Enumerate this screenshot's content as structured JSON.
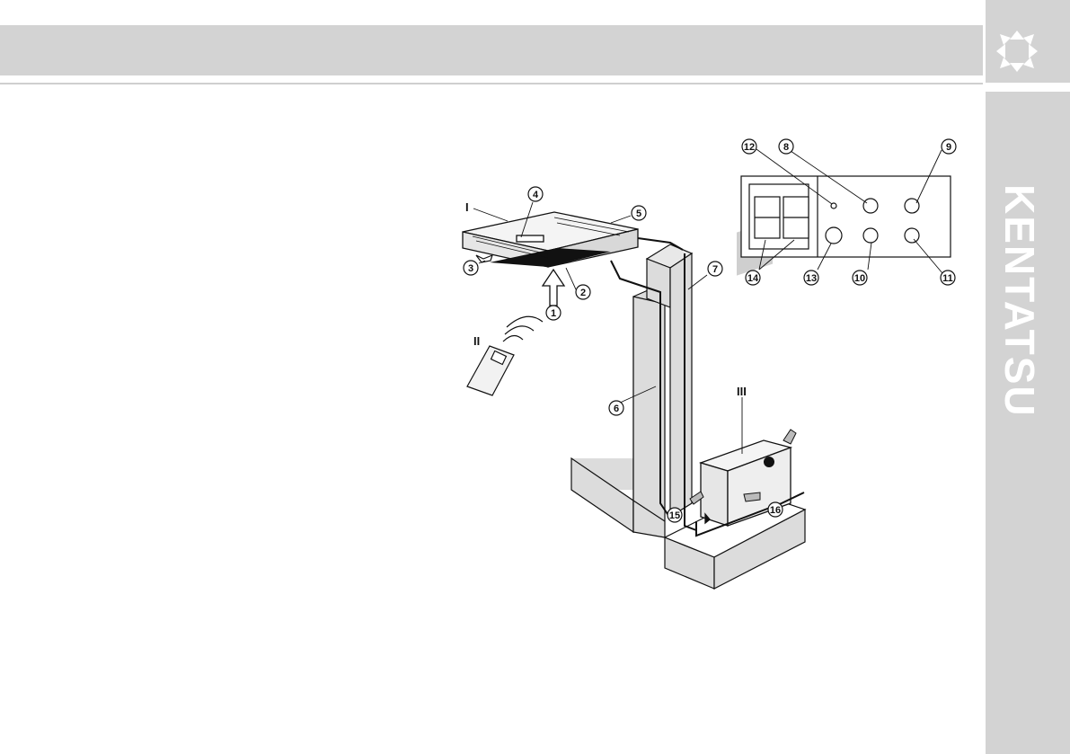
{
  "brand": {
    "name": "KENTATSU",
    "logo": "kentatsu-flower-logo"
  },
  "units": {
    "indoor": "I",
    "remote": "II",
    "outdoor": "III"
  },
  "callouts": [
    "1",
    "2",
    "3",
    "4",
    "5",
    "6",
    "7",
    "8",
    "9",
    "10",
    "11",
    "12",
    "13",
    "14",
    "15",
    "16"
  ],
  "colors": {
    "header": "#d3d3d3",
    "line": "#111111",
    "fill_gray": "#dcdcdc"
  }
}
